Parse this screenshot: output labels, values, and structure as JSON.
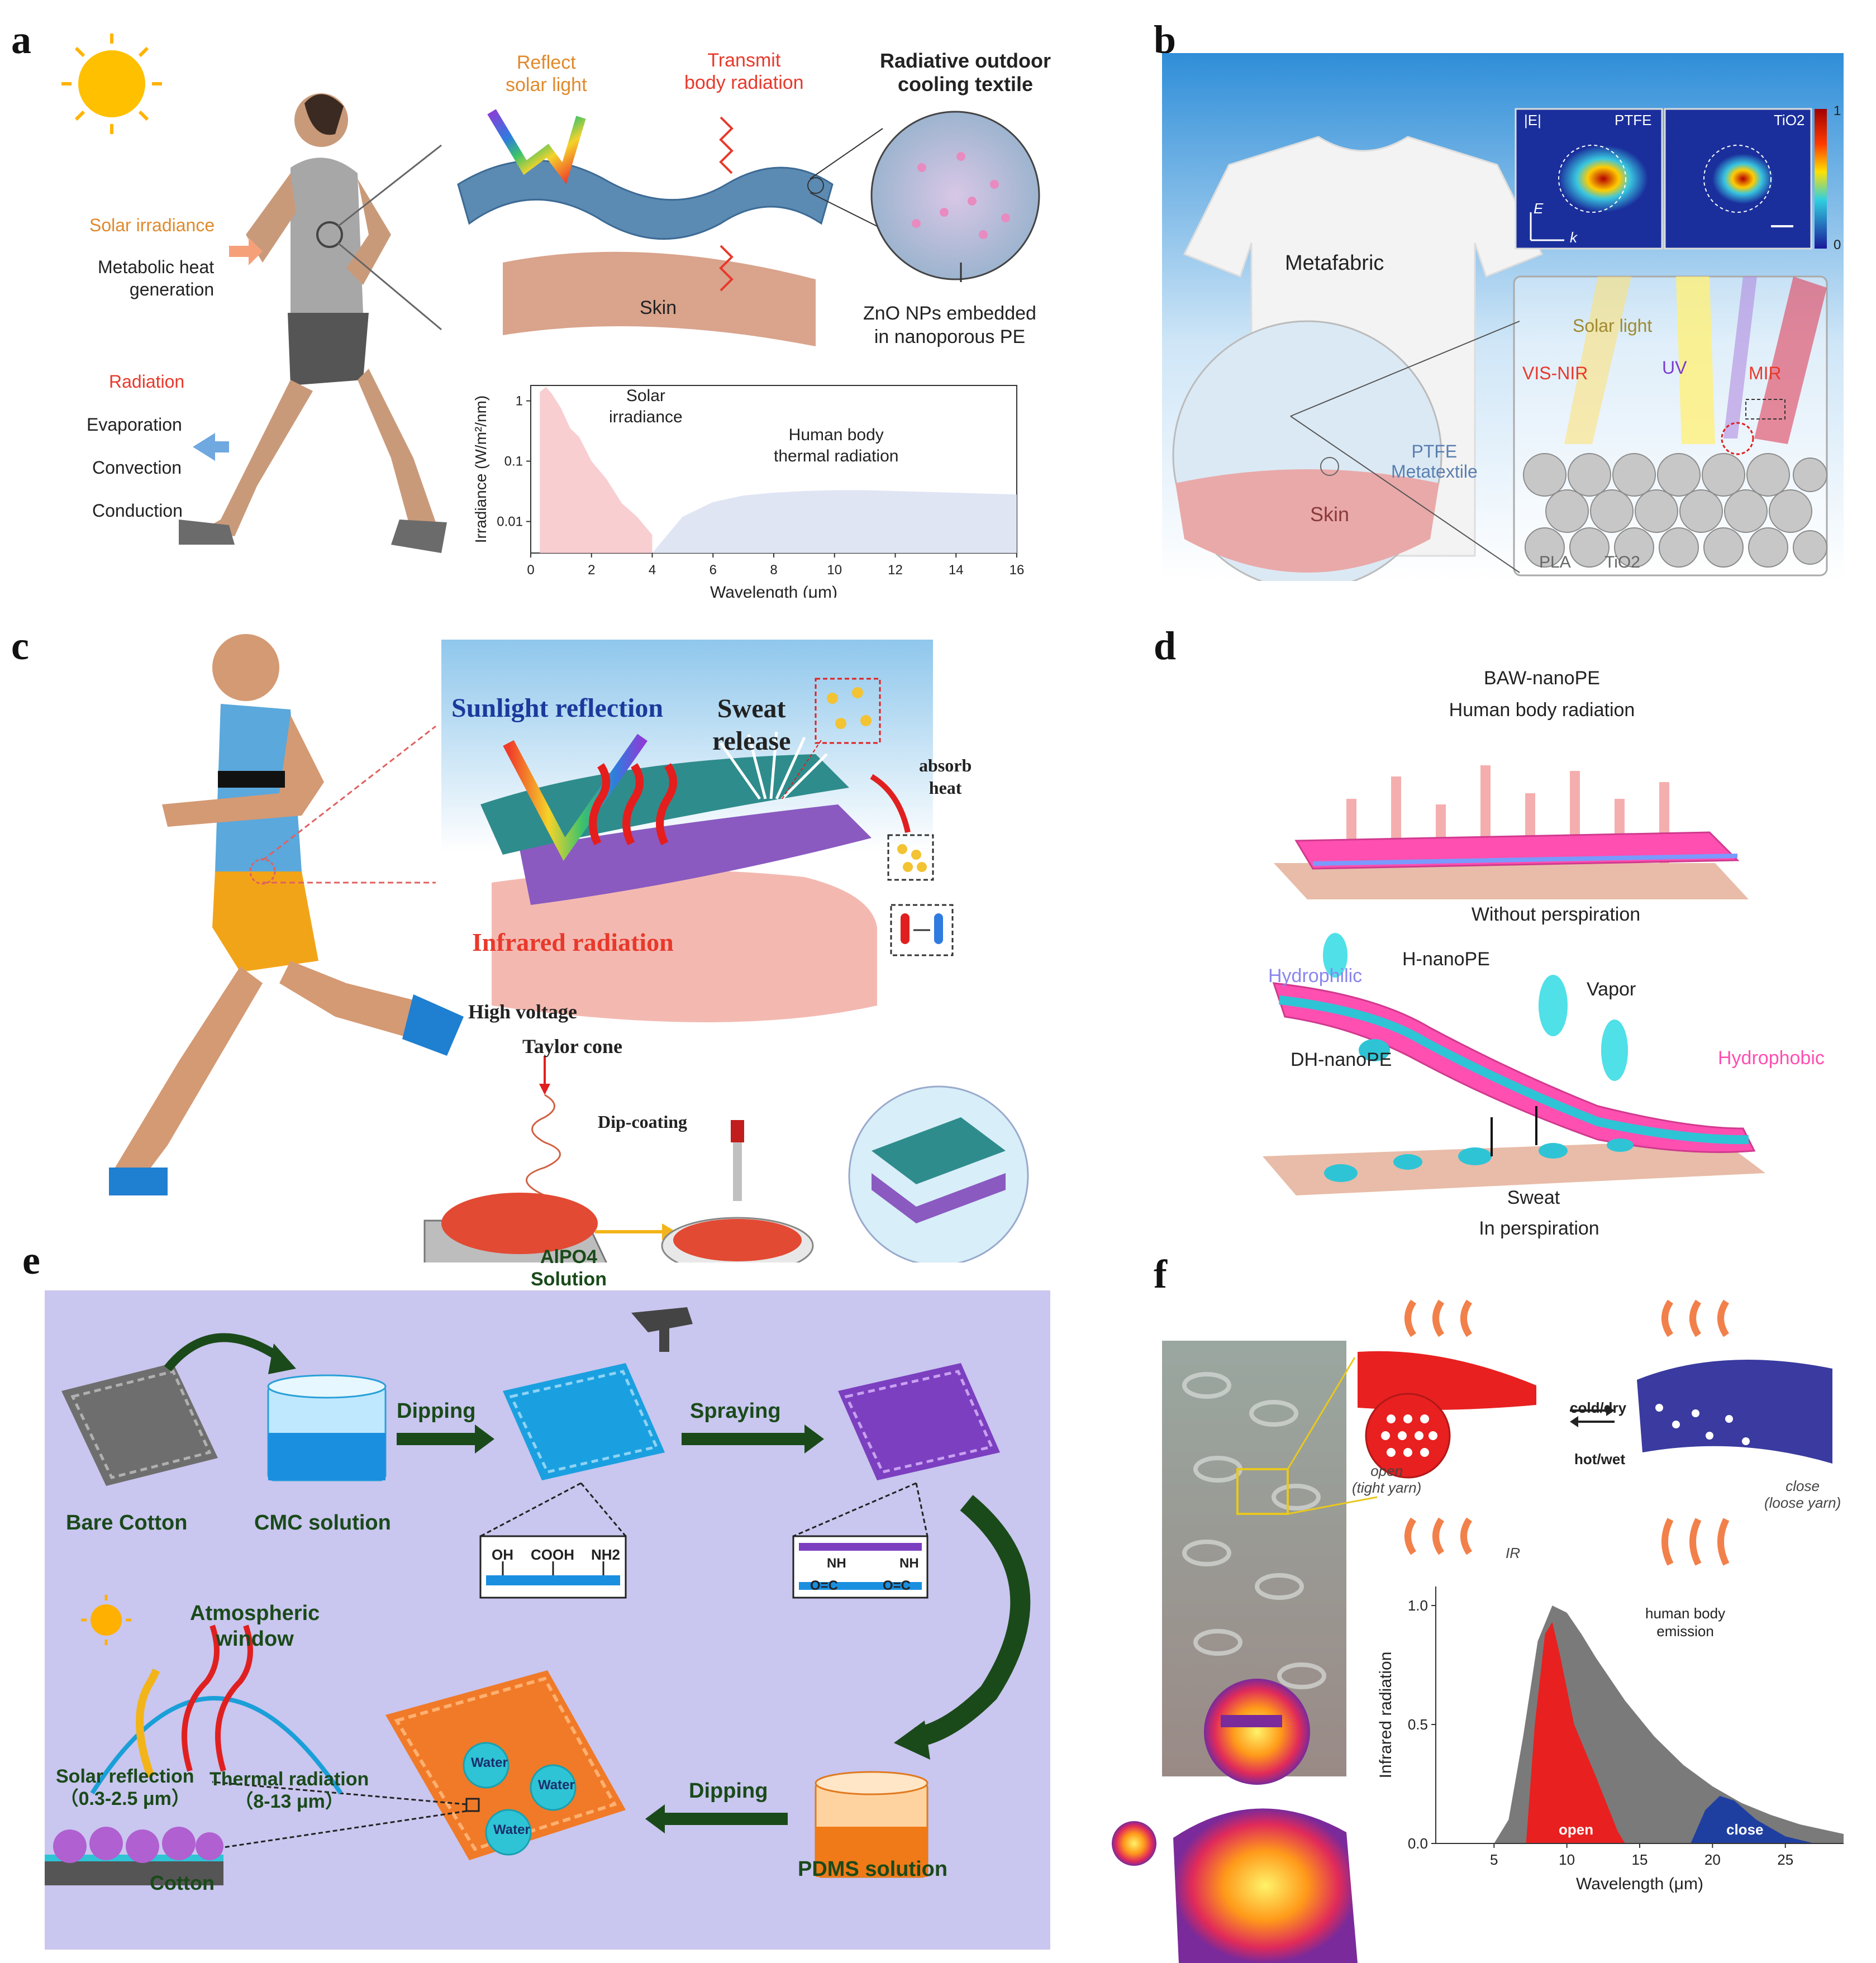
{
  "panel_labels": {
    "a": "a",
    "b": "b",
    "c": "c",
    "d": "d",
    "e": "e",
    "f": "f"
  },
  "colors": {
    "orange_text": "#e08a2c",
    "red_text": "#e8392b",
    "pink": "#ff4fb0",
    "cyan": "#2ec4d6",
    "lavender_bg": "#c9c6ef",
    "blue_fabric": "#1aa0e0",
    "purple_fabric": "#7b3fc0",
    "orange_fabric": "#f07a28",
    "red_fiber": "#e82020",
    "navy_fiber": "#3a3aa0",
    "gray_curve": "#7a7a7a"
  },
  "a": {
    "reflect": "Reflect\nsolar light",
    "transmit": "Transmit\nbody radiation",
    "textile_title": "Radiative outdoor\ncooling textile",
    "solar_irradiance": "Solar irradiance",
    "metabolic": "Metabolic heat\ngeneration",
    "radiation": "Radiation",
    "evaporation": "Evaporation",
    "convection": "Convection",
    "conduction": "Conduction",
    "skin": "Skin",
    "zno": "ZnO NPs embedded\nin nanoporous PE",
    "chart_solar": "Solar\nirradiance",
    "chart_body": "Human body\nthermal radiation"
  },
  "b": {
    "metafabric": "Metafabric",
    "ptfe_meta": "PTFE\nMetatextile",
    "skin": "Skin",
    "E_abs": "|E|",
    "ptfe": "PTFE",
    "tio2": "TiO2",
    "E": "E",
    "k": "k",
    "scale_top": "1",
    "scale_bottom": "0",
    "solar_light": "Solar light",
    "visnir": "VIS-NIR",
    "uv": "UV",
    "mir": "MIR",
    "pla": "PLA",
    "tio2_b": "TiO2"
  },
  "c": {
    "sunlight": "Sunlight reflection",
    "sweat": "Sweat\nrelease",
    "absorb": "absorb\nheat",
    "infrared": "Infrared radiation",
    "high_voltage": "High voltage",
    "taylor": "Taylor cone",
    "dip": "Dip-coating"
  },
  "d": {
    "title": "BAW-nanoPE",
    "hbr": "Human body radiation",
    "without": "Without perspiration",
    "hydrophilic": "Hydrophilic",
    "hnano": "H-nanoPE",
    "vapor": "Vapor",
    "dhnano": "DH-nanoPE",
    "hydrophobic": "Hydrophobic",
    "sweat": "Sweat",
    "inpersp": "In perspiration"
  },
  "e": {
    "bare": "Bare Cotton",
    "cmc": "CMC solution",
    "dipping": "Dipping",
    "alpo4": "AlPO4\nSolution",
    "spraying": "Spraying",
    "oh": "OH",
    "cooh": "COOH",
    "nh2": "NH2",
    "nh": "NH",
    "oc": "O=C",
    "atm": "Atmospheric\nwindow",
    "solar_ref": "Solar reflection\n（0.3-2.5 μm）",
    "thermal": "Thermal radiation\n（8-13 μm）",
    "cotton": "Cotton",
    "water": "Water",
    "dipping2": "Dipping",
    "pdms": "PDMS solution"
  },
  "f": {
    "cold_dry": "cold/dry",
    "hot_wet": "hot/wet",
    "open_tight": "open\n(tight yarn)",
    "close_loose": "close\n(loose yarn)",
    "ir": "IR",
    "emission": "human body\nemission",
    "open": "open",
    "close": "close"
  },
  "chart_data": [
    {
      "type": "area",
      "title": "",
      "xlabel": "Wavelength (μm)",
      "ylabel": "Irradiance (W/m²/nm)",
      "x_ticks": [
        "0",
        "2",
        "4",
        "6",
        "8",
        "10",
        "12",
        "14",
        "16"
      ],
      "y_ticks": [
        "1",
        "0.1",
        "0.01"
      ],
      "xlim": [
        0,
        16
      ],
      "ylim": [
        0.003,
        1.8
      ],
      "y_scale": "log",
      "series": [
        {
          "name": "Solar\nirradiance",
          "x": [
            0.3,
            0.5,
            0.7,
            1.0,
            1.3,
            1.6,
            2.0,
            2.5,
            3.0,
            3.5,
            4.0
          ],
          "y": [
            1.4,
            1.7,
            1.3,
            0.75,
            0.35,
            0.25,
            0.1,
            0.05,
            0.02,
            0.012,
            0.006
          ]
        },
        {
          "name": "Human body\nthermal radiation",
          "x": [
            4,
            5,
            6,
            7,
            8,
            9,
            10,
            11,
            12,
            13,
            14,
            15,
            16
          ],
          "y": [
            0.003,
            0.012,
            0.021,
            0.027,
            0.03,
            0.032,
            0.033,
            0.033,
            0.032,
            0.031,
            0.03,
            0.029,
            0.028
          ]
        }
      ]
    },
    {
      "type": "area",
      "title": "",
      "xlabel": "Wavelength (μm)",
      "ylabel": "Infrared radiation",
      "x_ticks": [
        "5",
        "10",
        "15",
        "20",
        "25"
      ],
      "y_ticks": [
        "0.0",
        "0.5",
        "1.0"
      ],
      "xlim": [
        1,
        29
      ],
      "ylim": [
        0,
        1.08
      ],
      "series": [
        {
          "name": "human body\nemission",
          "x": [
            5,
            6,
            7,
            8,
            9,
            10,
            11,
            12,
            14,
            16,
            18,
            20,
            22,
            24,
            26,
            29
          ],
          "y": [
            0.0,
            0.1,
            0.45,
            0.85,
            1.0,
            0.97,
            0.88,
            0.78,
            0.6,
            0.45,
            0.33,
            0.24,
            0.17,
            0.12,
            0.08,
            0.04
          ]
        },
        {
          "name": "open",
          "x": [
            7.2,
            7.8,
            8.5,
            9.0,
            9.5,
            10.5,
            12,
            13.5,
            14
          ],
          "y": [
            0.0,
            0.5,
            0.88,
            0.93,
            0.8,
            0.5,
            0.28,
            0.05,
            0.0
          ]
        },
        {
          "name": "close",
          "x": [
            18.5,
            19.5,
            20.5,
            21.5,
            23,
            25,
            27
          ],
          "y": [
            0.0,
            0.14,
            0.2,
            0.18,
            0.1,
            0.03,
            0.0
          ]
        }
      ]
    }
  ]
}
